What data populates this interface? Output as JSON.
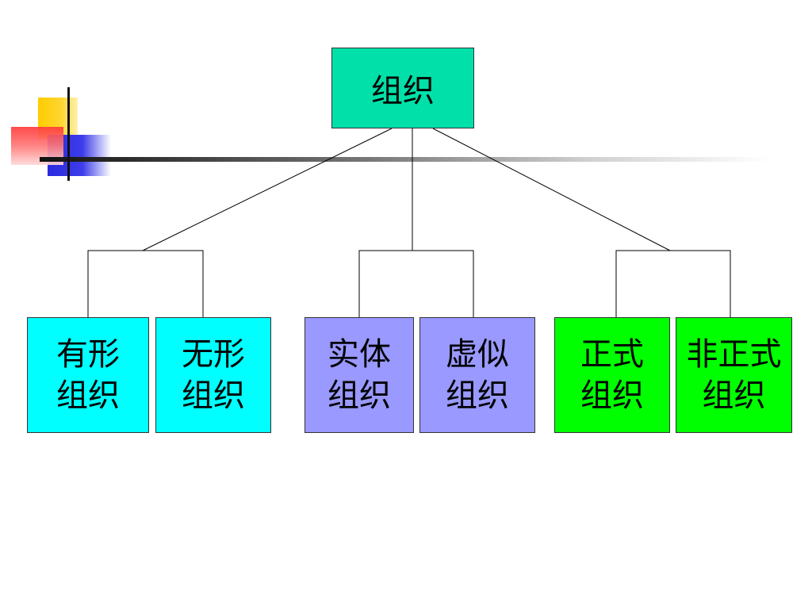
{
  "root": {
    "label": "组织",
    "color": "#00e0a8"
  },
  "groups": [
    {
      "color": "#00ffff",
      "children": [
        {
          "label": "有形\n组织"
        },
        {
          "label": "无形\n组织"
        }
      ]
    },
    {
      "color": "#9999ff",
      "children": [
        {
          "label": "实体\n组织"
        },
        {
          "label": "虚似\n组织"
        }
      ]
    },
    {
      "color": "#00ff00",
      "children": [
        {
          "label": "正式\n组织"
        },
        {
          "label": "非正式\n组织"
        }
      ]
    }
  ],
  "decoration": {
    "icon": "colored-squares-logo",
    "colors": [
      "#ffcc00",
      "#2a2ae0",
      "#ff3b3b"
    ]
  }
}
